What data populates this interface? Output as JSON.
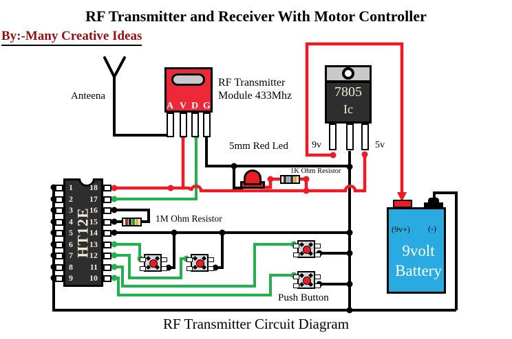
{
  "title": "RF Transmitter and Receiver With Motor Controller",
  "byline": "By:-Many Creative Ideas",
  "caption": "RF Transmitter Circuit Diagram",
  "labels": {
    "antenna": "Anteena",
    "module_line1": "RF Transmitter",
    "module_line2": "Module 433Mhz",
    "led": "5mm Red Led",
    "resistor_1k": "1K Ohm Resistor",
    "resistor_1m": "1M Ohm Resistor",
    "push_button": "Push Button",
    "v9": "9v",
    "v5": "5v"
  },
  "rf_module": {
    "pins": [
      "A",
      "V",
      "D",
      "G"
    ]
  },
  "ic7805": {
    "line1": "7805",
    "line2": "Ic"
  },
  "ht12e": {
    "name": "HT12E",
    "left_pins": [
      "1",
      "2",
      "3",
      "4",
      "5",
      "6",
      "7",
      "8",
      "9"
    ],
    "right_pins": [
      "18",
      "17",
      "16",
      "15",
      "14",
      "13",
      "12",
      "11",
      "10"
    ]
  },
  "battery": {
    "pos": "(9v+)",
    "neg": "(-)",
    "line1": "9volt",
    "line2": "Battery"
  },
  "colors": {
    "wire_red": "#ed1c24",
    "wire_green": "#22b14c",
    "wire_black": "#000000",
    "battery_blue": "#29abe2",
    "module_red": "#ed2939",
    "byline_red": "#9b0d0d"
  }
}
